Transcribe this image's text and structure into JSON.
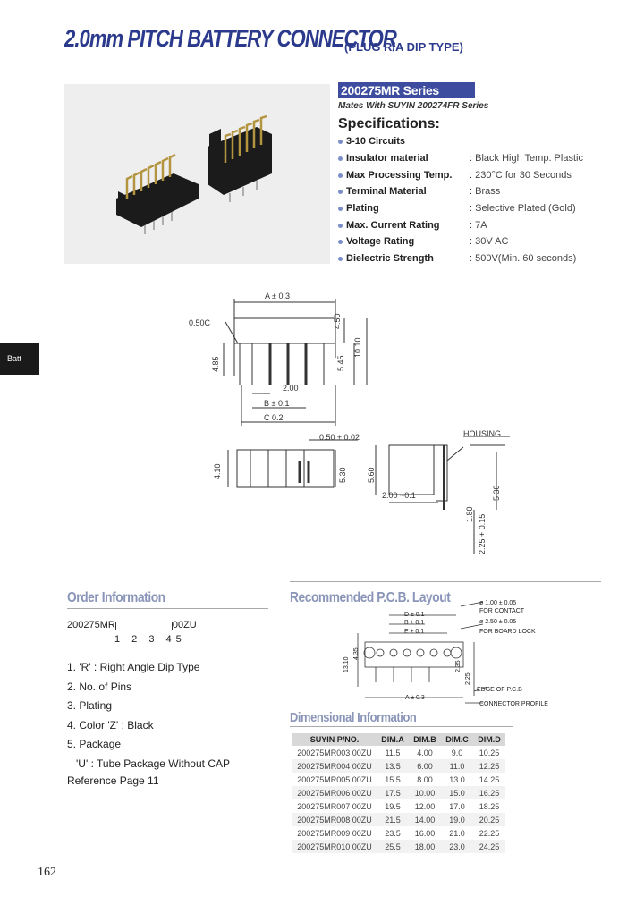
{
  "header": {
    "title": "2.0mm PITCH BATTERY CONNECTOR",
    "subtitle": "(PLUG R/A DIP TYPE)"
  },
  "product": {
    "series": "200275MR Series",
    "mates": "Mates With SUYIN 200274FR Series",
    "spec_heading": "Specifications:",
    "specs": [
      {
        "label": "3-10 Circuits",
        "value": ""
      },
      {
        "label": "Insulator material",
        "value": ": Black High Temp. Plastic"
      },
      {
        "label": "Max Processing Temp.",
        "value": ": 230°C  for 30 Seconds"
      },
      {
        "label": "Terminal Material",
        "value": ": Brass"
      },
      {
        "label": "Plating",
        "value": ": Selective Plated (Gold)"
      },
      {
        "label": "Max. Current Rating",
        "value": ": 7A"
      },
      {
        "label": "Voltage Rating",
        "value": ": 30V AC"
      },
      {
        "label": "Dielectric Strength",
        "value": ": 500V(Min. 60 seconds)"
      }
    ]
  },
  "side_tab": "Batt",
  "drawing": {
    "a_dim": "A ± 0.3",
    "chamfer": "0.50C",
    "dim_450": "4.50",
    "dim_1010": "10.10",
    "dim_485": "4.85",
    "dim_545": "5.45",
    "dim_200": "2.00",
    "b_dim": "B ± 0.1",
    "c_dim": "C   0.2",
    "dim_050": "0.50 ± 0.02",
    "housing": "HOUSING",
    "dim_410": "4.10",
    "dim_530a": "5.30",
    "dim_560": "5.60",
    "dim_530b": "5.30",
    "dim_200b": "2.00 ~0.1",
    "dim_180": "1.80",
    "dim_225": "2.25 + 0.15"
  },
  "order": {
    "heading": "Order Information",
    "part": "200275MR",
    "part_suffix": "00ZU",
    "digits": "1 2  3  45",
    "items": [
      "1. 'R' : Right Angle Dip Type",
      "2. No. of Pins",
      "3. Plating",
      "4. Color  'Z' : Black",
      "5. Package",
      "   'U' : Tube Package Without CAP",
      "Reference Page 11"
    ]
  },
  "pcb": {
    "heading": "Recommended P.C.B. Layout",
    "labels": {
      "d": "D ± 0.1",
      "b": "B ± 0.1",
      "e": "E ± 0.1",
      "hole1": "ø 1.00 ± 0.05",
      "for_contact": "FOR CONTACT",
      "hole2": "ø 2.50 ± 0.05",
      "for_board": "FOR BOARD LOCK",
      "dim_1310": "13.10",
      "dim_435": "4.35",
      "dim_235": "2.35",
      "dim_225": "2.25",
      "edge": "EDGE OF P.C.B",
      "a": "A ± 0.3",
      "profile": "CONNECTOR PROFILE"
    }
  },
  "dimensional": {
    "heading": "Dimensional Information",
    "columns": [
      "SUYIN P/NO.",
      "DIM.A",
      "DIM.B",
      "DIM.C",
      "DIM.D"
    ],
    "rows": [
      [
        "200275MR003 00ZU",
        "11.5",
        "4.00",
        "9.0",
        "10.25"
      ],
      [
        "200275MR004 00ZU",
        "13.5",
        "6.00",
        "11.0",
        "12.25"
      ],
      [
        "200275MR005 00ZU",
        "15.5",
        "8.00",
        "13.0",
        "14.25"
      ],
      [
        "200275MR006 00ZU",
        "17.5",
        "10.00",
        "15.0",
        "16.25"
      ],
      [
        "200275MR007 00ZU",
        "19.5",
        "12.00",
        "17.0",
        "18.25"
      ],
      [
        "200275MR008 00ZU",
        "21.5",
        "14.00",
        "19.0",
        "20.25"
      ],
      [
        "200275MR009 00ZU",
        "23.5",
        "16.00",
        "21.0",
        "22.25"
      ],
      [
        "200275MR010 00ZU",
        "25.5",
        "18.00",
        "23.0",
        "24.25"
      ]
    ]
  },
  "page_number": "162"
}
